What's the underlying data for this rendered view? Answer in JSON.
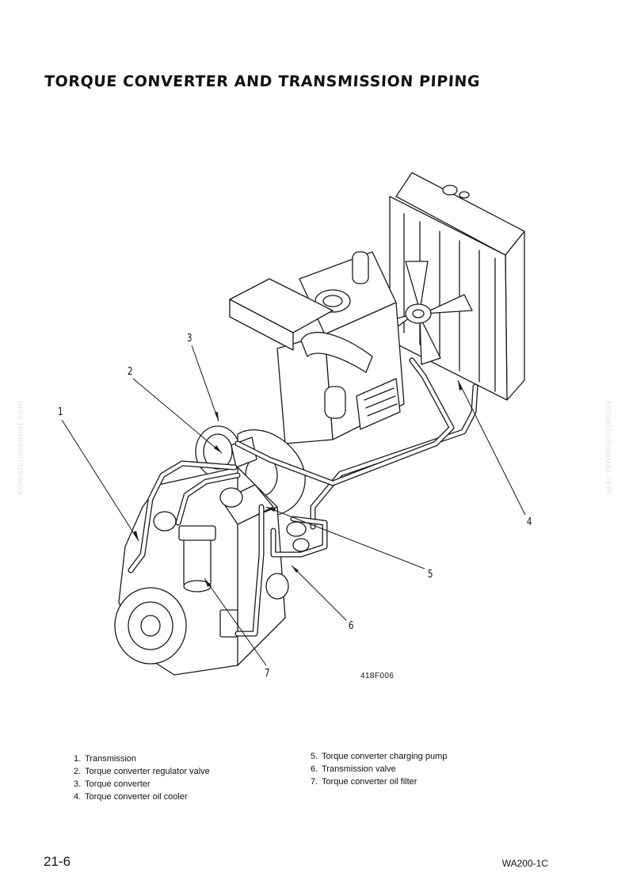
{
  "page": {
    "title": "TORQUE CONVERTER AND TRANSMISSION PIPING",
    "figure_code": "418F006",
    "callouts": [
      "1",
      "2",
      "3",
      "4",
      "5",
      "6",
      "7"
    ],
    "legend_left": [
      {
        "num": "1.",
        "text": "Transmission"
      },
      {
        "num": "2.",
        "text": "Torque converter regulator valve"
      },
      {
        "num": "3.",
        "text": "Torque converter"
      },
      {
        "num": "4.",
        "text": "Torque converter oil cooler"
      }
    ],
    "legend_right": [
      {
        "num": "5.",
        "text": "Torque converter charging pump"
      },
      {
        "num": "6.",
        "text": "Transmission valve"
      },
      {
        "num": "7.",
        "text": "Torque converter oil filter"
      }
    ],
    "watermark": "komatsumanual.com",
    "page_number": "21-6",
    "model": "WA200-1C"
  }
}
